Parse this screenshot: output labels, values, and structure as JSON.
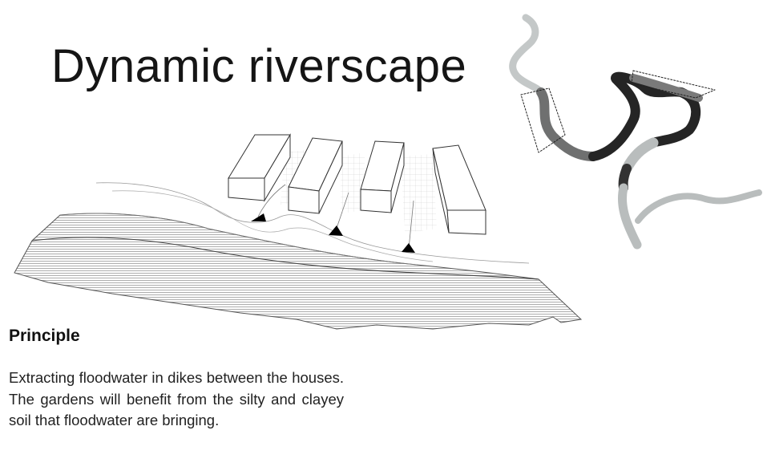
{
  "title": "Dynamic riverscape",
  "principle": {
    "heading": "Principle",
    "text": "Extracting floodwater in dikes between the houses. The gardens will benefit from the silty and clayey soil that floodwater are bringing."
  },
  "colors": {
    "river_dark": "#2a2a2a",
    "river_mid": "#6f6f6f",
    "river_light": "#b9bdbd",
    "line": "#555555"
  }
}
